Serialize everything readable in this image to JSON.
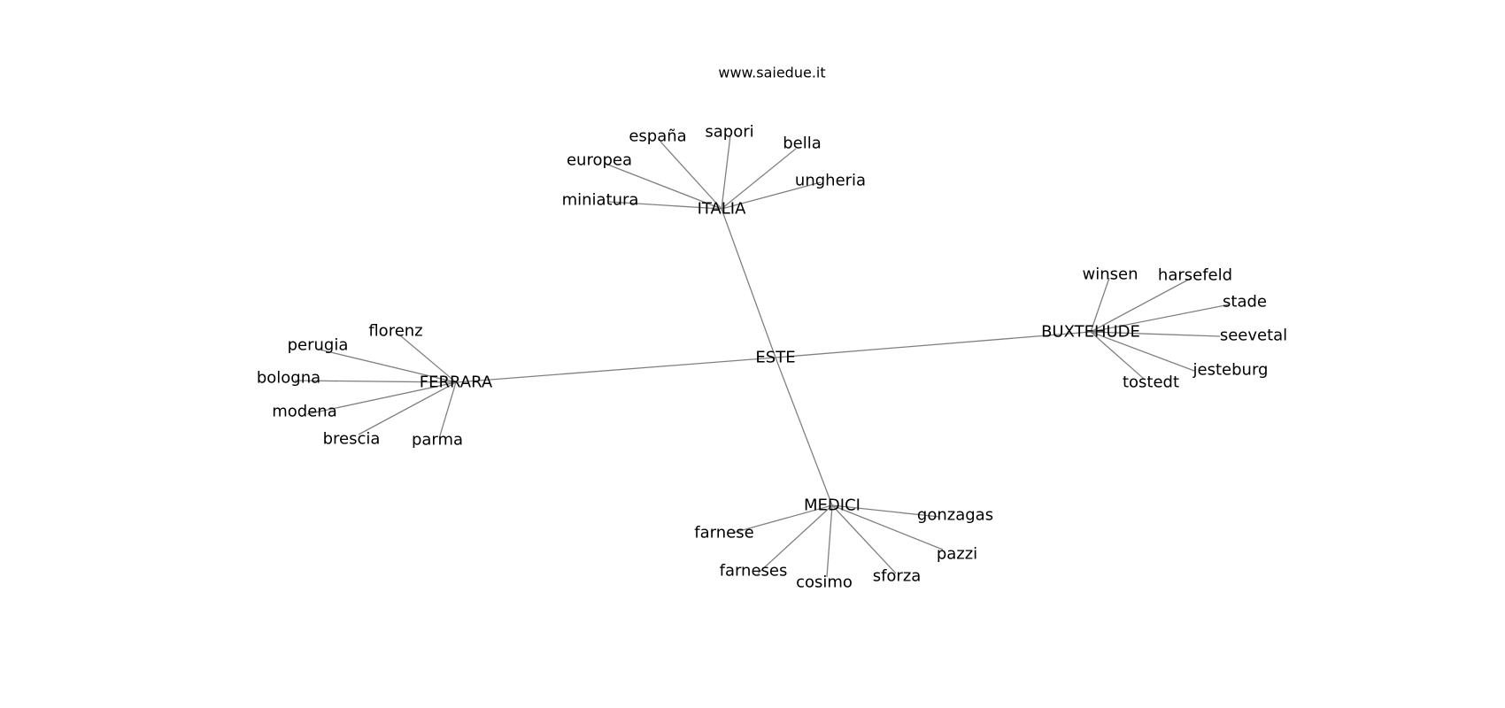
{
  "watermark": "www.saiedue.it",
  "edge_color": "#808080",
  "text_color": "#000000",
  "graph": {
    "center": "ESTE",
    "hubs": [
      {
        "name": "ITALIA",
        "leaves": [
          "miniatura",
          "europea",
          "españa",
          "sapori",
          "bella",
          "ungheria"
        ]
      },
      {
        "name": "FERRARA",
        "leaves": [
          "florenz",
          "perugia",
          "bologna",
          "modena",
          "brescia",
          "parma"
        ]
      },
      {
        "name": "BUXTEHUDE",
        "leaves": [
          "winsen",
          "harsefeld",
          "stade",
          "seevetal",
          "jesteburg",
          "tostedt"
        ]
      },
      {
        "name": "MEDICI",
        "leaves": [
          "farnese",
          "farneses",
          "cosimo",
          "sforza",
          "pazzi",
          "gonzagas"
        ]
      }
    ]
  }
}
